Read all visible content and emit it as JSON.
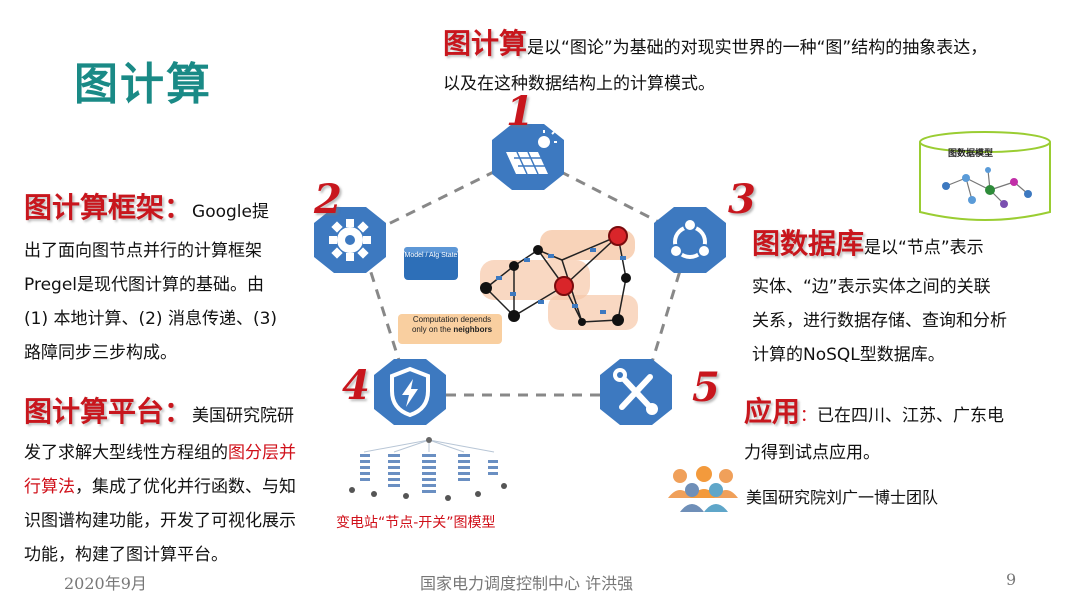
{
  "title": "图计算",
  "intro": {
    "term": "图计算",
    "line1": "是以“图论”为基础的对现实世界的一种“图”结构的抽象表达，",
    "line2": "以及在这种数据结构上的计算模式。"
  },
  "framework": {
    "title": "图计算框架：",
    "line1_tail": "Google提",
    "lines": [
      "出了面向图节点并行的计算框架",
      "Pregel是现代图计算的基础。由",
      "(1) 本地计算、(2) 消息传递、(3)",
      "路障同步三步构成。"
    ]
  },
  "database": {
    "title": "图数据库",
    "line1_tail": "是以“节点”表示",
    "lines": [
      "实体、“边”表示实体之间的关联",
      "关系，进行数据存储、查询和分析",
      "计算的NoSQL型数据库。"
    ]
  },
  "platform": {
    "title": "图计算平台：",
    "line1_tail": "美国研究院研",
    "line2_a": "发了求解大型线性方程组的",
    "line2_red": "图分层并",
    "line3_red": "行算法",
    "line3_b": "，集成了优化并行函数、与知",
    "lines": [
      "识图谱构建功能，开发了可视化展示",
      "功能，构建了图计算平台。"
    ]
  },
  "application": {
    "title": "应用",
    "colon": "：",
    "line1_tail": "已在四川、江苏、广东电",
    "line2": "力得到试点应用。",
    "team": "美国研究院刘广一博士团队"
  },
  "numbers": [
    "1",
    "2",
    "3",
    "4",
    "5"
  ],
  "center_diagram": {
    "model_box": "Model / Alg State",
    "callout_line1": "Computation depends",
    "callout_line2_a": "only on the ",
    "callout_line2_b": "neighbors"
  },
  "db_model_label": "图数据模型",
  "substation_caption": "变电站“节点-开关”图模型",
  "footer": {
    "date": "2020年9月",
    "center": "国家电力调度控制中心 许洪强",
    "page": "9"
  },
  "icons": {
    "n1": "solar-panel-icon",
    "n2": "gear-icon",
    "n3": "share-network-icon",
    "n4": "shield-lightning-icon",
    "n5": "wrench-screwdriver-icon",
    "team": "people-group-icon"
  },
  "colors": {
    "title": "#1a8a86",
    "header_red": "#c8161d",
    "octagon_blue": "#3d79c0",
    "text": "#111111",
    "footer": "#777777"
  }
}
